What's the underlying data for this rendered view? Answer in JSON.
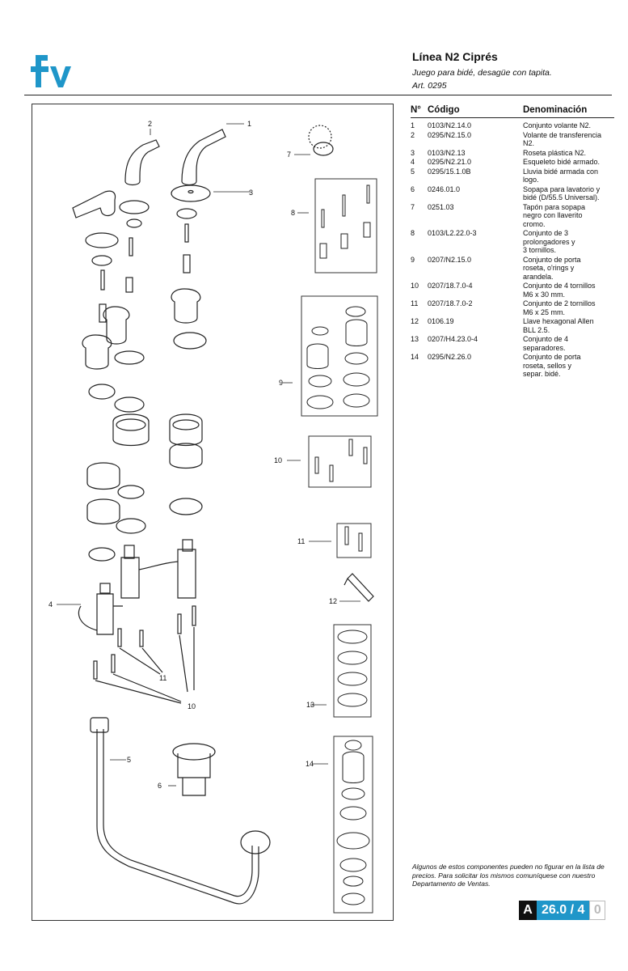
{
  "header": {
    "title": "Línea N2 Ciprés",
    "subtitle": "Juego para bidé, desagüe con tapita.",
    "article": "Art. 0295"
  },
  "brand": {
    "color": "#1f96c9",
    "logo_text": "fv"
  },
  "table": {
    "headers": [
      "N°",
      "Código",
      "Denominación"
    ],
    "rows": [
      {
        "n": "1",
        "code": "0103/N2.14.0",
        "desc": [
          "Conjunto volante N2."
        ]
      },
      {
        "n": "2",
        "code": "0295/N2.15.0",
        "desc": [
          "Volante de transferencia",
          "N2."
        ]
      },
      {
        "n": "3",
        "code": "0103/N2.13",
        "desc": [
          "Roseta plástica N2."
        ]
      },
      {
        "n": "4",
        "code": "0295/N2.21.0",
        "desc": [
          "Esqueleto bidé armado."
        ]
      },
      {
        "n": "5",
        "code": "0295/15.1.0B",
        "desc": [
          "Lluvia bidé armada con",
          "logo."
        ]
      },
      {
        "n": "6",
        "code": "0246.01.0",
        "desc": [
          "Sopapa para lavatorio y",
          "bidé (D/55.5 Universal)."
        ]
      },
      {
        "n": "7",
        "code": "0251.03",
        "desc": [
          "Tapón para sopapa",
          "negro con llaverito",
          "cromo."
        ]
      },
      {
        "n": "8",
        "code": "0103/L2.22.0-3",
        "desc": [
          "Conjunto de 3",
          "prolongadores y",
          "3 tornillos."
        ]
      },
      {
        "n": "9",
        "code": "0207/N2.15.0",
        "desc": [
          "Conjunto de porta",
          "roseta, o'rings y",
          "arandela."
        ]
      },
      {
        "n": "10",
        "code": "0207/18.7.0-4",
        "desc": [
          "Conjunto de 4 tornillos",
          "M6 x 30 mm."
        ]
      },
      {
        "n": "11",
        "code": "0207/18.7.0-2",
        "desc": [
          "Conjunto de 2 tornillos",
          "M6 x 25 mm."
        ]
      },
      {
        "n": "12",
        "code": "0106.19",
        "desc": [
          "Llave hexagonal Allen",
          "BLL 2.5."
        ]
      },
      {
        "n": "13",
        "code": "0207/H4.23.0-4",
        "desc": [
          "Conjunto de 4",
          "separadores."
        ]
      },
      {
        "n": "14",
        "code": "0295/N2.26.0",
        "desc": [
          "Conjunto de porta",
          "roseta, sellos y",
          "separ. bidé."
        ]
      }
    ]
  },
  "diagram_labels": {
    "l1": "1",
    "l2": "2",
    "l3": "3",
    "l4": "4",
    "l5": "5",
    "l6": "6",
    "l7": "7",
    "l8": "8",
    "l9": "9",
    "l10a": "10",
    "l10b": "10",
    "l11a": "11",
    "l11b": "11",
    "l12": "12",
    "l13": "13",
    "l14": "14"
  },
  "note": "Algunos de estos componentes pueden no figurar en la lista de precios. Para solicitar los mismos comuníquese con nuestro Departamento de Ventas.",
  "page_code": {
    "letter": "A",
    "number": "26.0 / 4",
    "suffix": "0"
  }
}
